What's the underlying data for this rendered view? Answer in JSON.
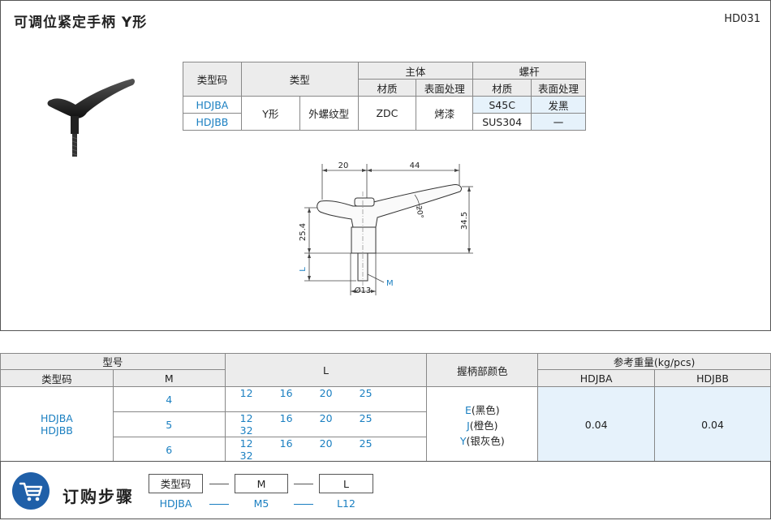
{
  "header": {
    "title": "可调位紧定手柄  Y形",
    "code": "HD031"
  },
  "spec_table": {
    "h_code": "类型码",
    "h_type": "类型",
    "h_body": "主体",
    "h_bolt": "螺杆",
    "h_material": "材质",
    "h_surface": "表面处理",
    "rows": [
      {
        "code": "HDJBA",
        "bolt_material": "S45C",
        "bolt_surface": "发黑"
      },
      {
        "code": "HDJBB",
        "bolt_material": "SUS304",
        "bolt_surface": "一"
      }
    ],
    "type_y": "Y形",
    "type_thread": "外螺纹型",
    "body_material": "ZDC",
    "body_surface": "烤漆"
  },
  "drawing": {
    "dim_20": "20",
    "dim_44": "44",
    "dim_angle": "20°",
    "dim_254": "25.4",
    "dim_345": "34.5",
    "dim_L": "L",
    "dim_M": "M",
    "dim_d13": "Ø13"
  },
  "order_table": {
    "h_model": "型号",
    "h_code": "类型码",
    "h_M": "M",
    "h_L": "L",
    "h_color": "握柄部颜色",
    "h_weight": "参考重量(kg/pcs)",
    "w_a": "HDJBA",
    "w_b": "HDJBB",
    "codes": [
      "HDJBA",
      "HDJBB"
    ],
    "m_rows": [
      {
        "m": "4",
        "l": [
          "12",
          "16",
          "20",
          "25",
          ""
        ]
      },
      {
        "m": "5",
        "l": [
          "12",
          "16",
          "20",
          "25",
          "32"
        ]
      },
      {
        "m": "6",
        "l": [
          "12",
          "16",
          "20",
          "25",
          "32"
        ]
      }
    ],
    "colors": [
      {
        "code": "E",
        "name": "(黑色)"
      },
      {
        "code": "J",
        "name": "(橙色)"
      },
      {
        "code": "Y",
        "name": "(银灰色)"
      }
    ],
    "weight_a": "0.04",
    "weight_b": "0.04"
  },
  "ordering": {
    "title": "订购步骤",
    "fields": [
      "类型码",
      "M",
      "L"
    ],
    "values": [
      "HDJBA",
      "M5",
      "L12"
    ],
    "icon": "cart-icon",
    "icon_color": "#1f5fa8"
  }
}
